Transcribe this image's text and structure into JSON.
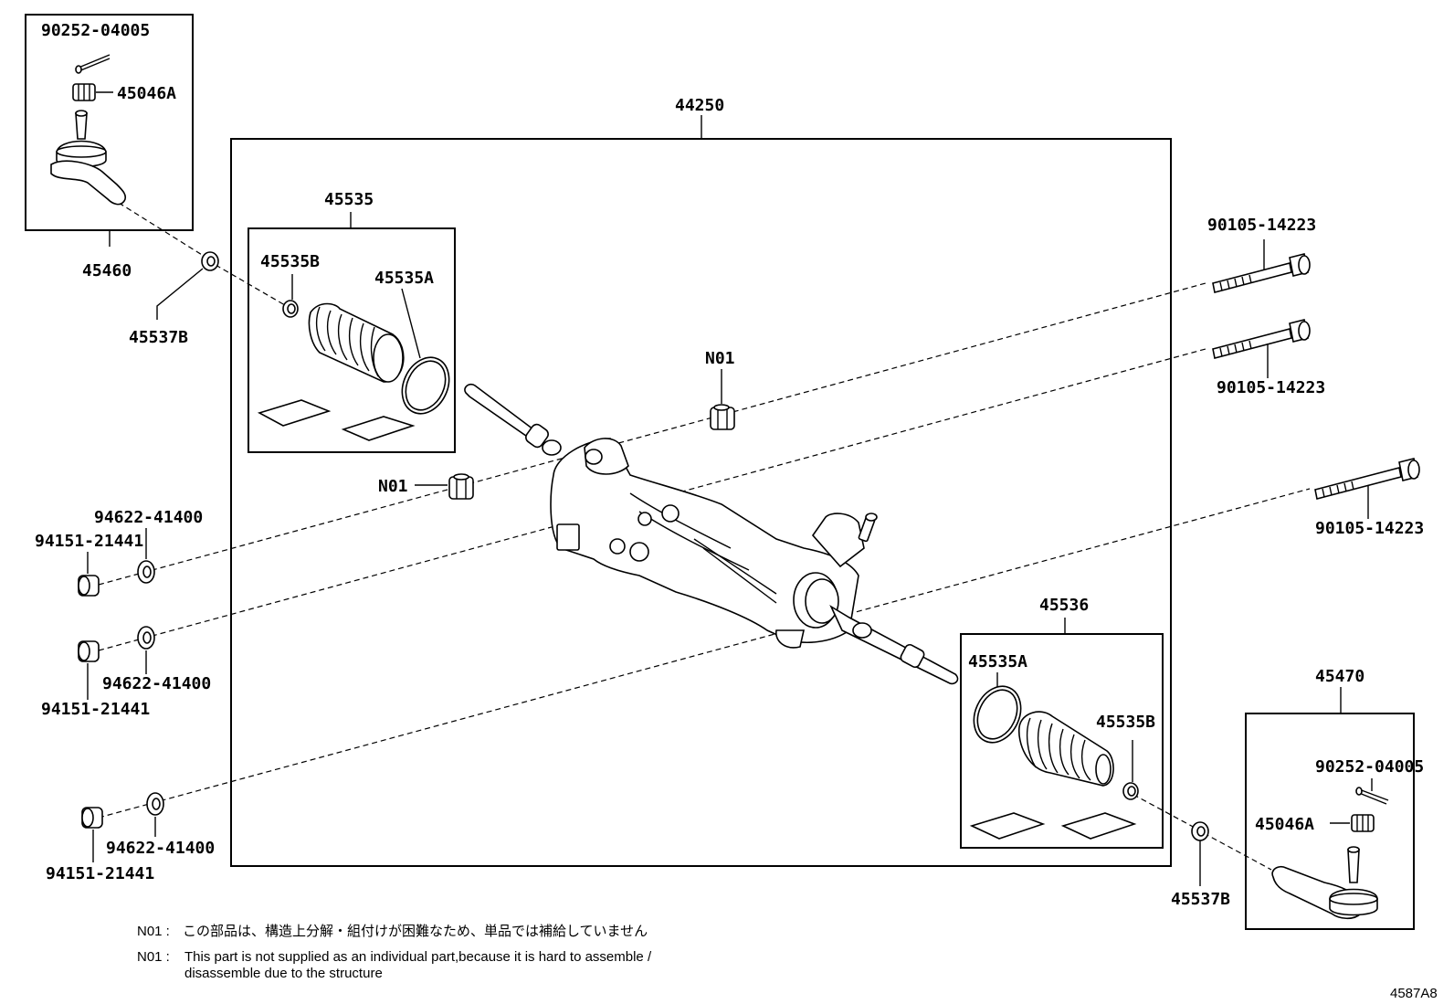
{
  "labels": {
    "tie_rod_end_left": "45460",
    "cotter_pin_left": "90252-04005",
    "nut_left": "45046A",
    "boot_clip_left_outer": "45537B",
    "gear_assembly": "44250",
    "boot_kit_left": "45535",
    "boot_clip_left": "45535B",
    "boot_band_left": "45535A",
    "n01_upper": "N01",
    "n01_lower": "N01",
    "bolt_1": "90105-14223",
    "bolt_2": "90105-14223",
    "bolt_3": "90105-14223",
    "washer_1": "94622-41400",
    "nut_1": "94151-21441",
    "washer_2": "94622-41400",
    "nut_2": "94151-21441",
    "washer_3": "94622-41400",
    "nut_3": "94151-21441",
    "boot_kit_right": "45536",
    "boot_band_right": "45535A",
    "boot_clip_right": "45535B",
    "tie_rod_end_right": "45470",
    "cotter_pin_right": "90252-04005",
    "nut_right": "45046A",
    "boot_clip_right_outer": "45537B"
  },
  "notes": {
    "jp_prefix": "N01 :",
    "jp_text": "この部品は、構造上分解・組付けが困難なため、単品では補給していません",
    "en_prefix": "N01 :",
    "en_line1": "This part is not supplied as an individual part,because it is hard to assemble /",
    "en_line2": "disassemble due to the structure"
  },
  "diagram_code": "4587A8"
}
